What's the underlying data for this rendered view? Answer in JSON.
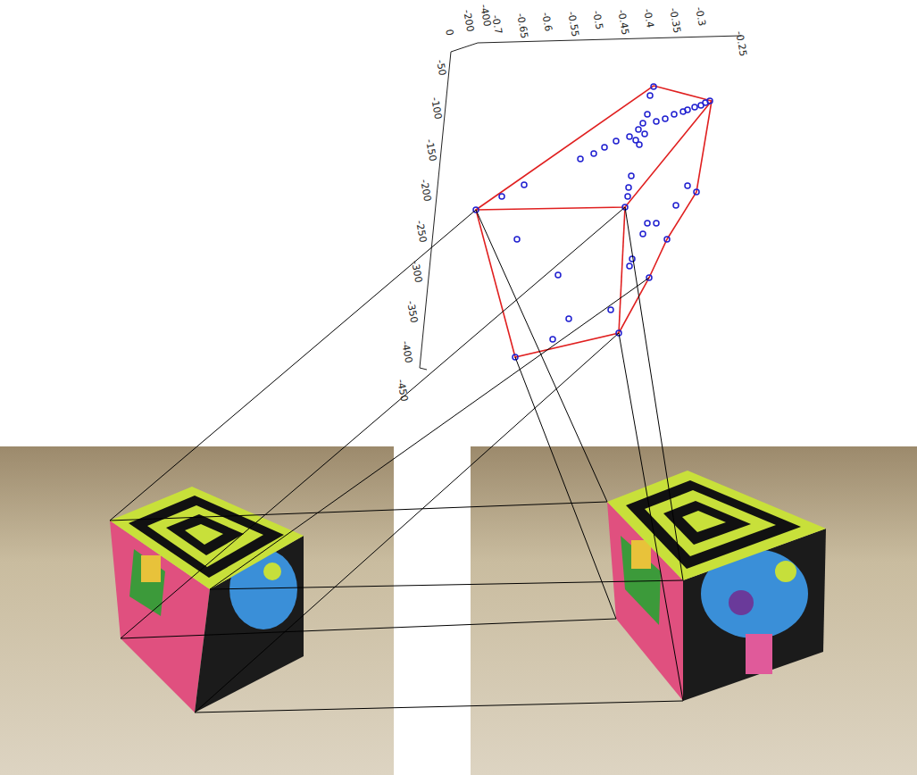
{
  "diagram": {
    "labels": [
      "-200",
      "-400",
      "-0.7",
      "-0.65",
      "-0.6",
      "-0.55",
      "-0.5",
      "-0.45",
      "-0.4",
      "-0.35",
      "-0.3",
      "-0.25",
      "0",
      "-50",
      "-100",
      "-150",
      "-200",
      "-250",
      "-300",
      "-350",
      "-400",
      "-450"
    ]
  }
}
